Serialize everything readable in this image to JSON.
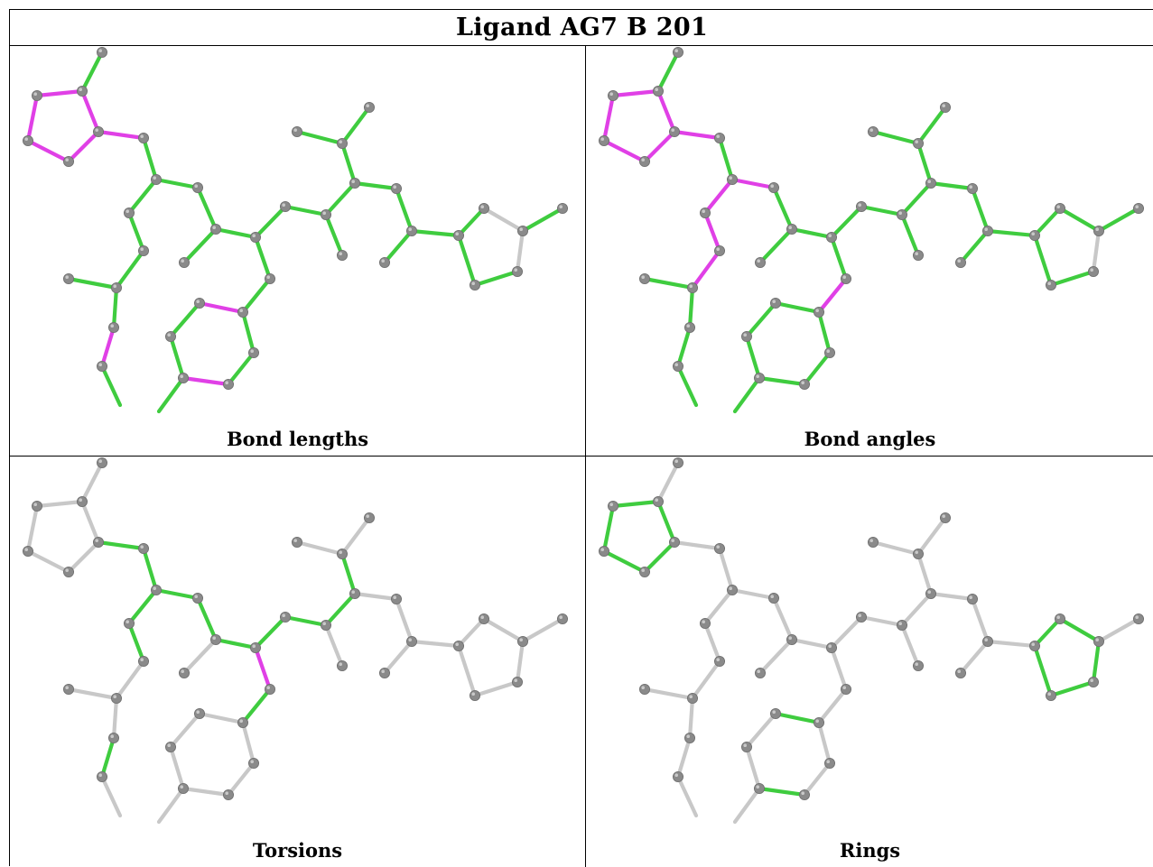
{
  "title": "Ligand AG7 B 201",
  "colors": {
    "outlier": "#e040e6",
    "ok": "#3fcc3f",
    "unassessed": "#c8c8c8",
    "atom": "#8a8a8a"
  },
  "panels": [
    {
      "caption": "Bond lengths",
      "magenta": [
        [
          1,
          2
        ],
        [
          1,
          3
        ],
        [
          2,
          4
        ],
        [
          3,
          5
        ],
        [
          4,
          5
        ],
        [
          3,
          6
        ],
        [
          12,
          13
        ],
        [
          12,
          14
        ],
        [
          25,
          26
        ],
        [
          25,
          27
        ],
        [
          17,
          18
        ],
        [
          18,
          19
        ],
        [
          19,
          20
        ],
        [
          20,
          21
        ],
        [
          21,
          22
        ],
        [
          22,
          17
        ]
      ],
      "grey": [
        [
          15,
          30
        ],
        [
          31,
          32
        ],
        [
          32,
          33
        ]
      ]
    },
    {
      "caption": "Bond angles",
      "magenta": [
        [
          1,
          2
        ],
        [
          1,
          3
        ],
        [
          2,
          4
        ],
        [
          3,
          5
        ],
        [
          4,
          5
        ],
        [
          3,
          6
        ],
        [
          7,
          8
        ],
        [
          7,
          9
        ],
        [
          7,
          10
        ],
        [
          9,
          11
        ],
        [
          11,
          12
        ],
        [
          12,
          14
        ],
        [
          16,
          17
        ]
      ],
      "grey": [
        [
          32,
          33
        ]
      ]
    },
    {
      "caption": "Torsions",
      "magenta": [
        [
          12,
          14
        ],
        [
          13,
          16
        ],
        [
          27,
          28
        ]
      ],
      "green": [
        [
          3,
          6
        ],
        [
          6,
          7
        ],
        [
          7,
          8
        ],
        [
          7,
          9
        ],
        [
          9,
          11
        ],
        [
          8,
          10
        ],
        [
          10,
          13
        ],
        [
          13,
          15
        ],
        [
          15,
          23
        ],
        [
          23,
          24
        ],
        [
          24,
          25
        ],
        [
          24,
          29
        ],
        [
          25,
          27
        ],
        [
          13,
          16
        ],
        [
          16,
          17
        ]
      ],
      "grey_default": true
    },
    {
      "caption": "Rings",
      "green": [
        [
          1,
          2
        ],
        [
          1,
          3
        ],
        [
          2,
          4
        ],
        [
          3,
          5
        ],
        [
          4,
          5
        ],
        [
          17,
          18
        ],
        [
          18,
          19
        ],
        [
          19,
          20
        ],
        [
          20,
          21
        ],
        [
          21,
          22
        ],
        [
          22,
          17
        ],
        [
          28,
          31
        ],
        [
          31,
          32
        ],
        [
          32,
          33
        ],
        [
          33,
          34
        ],
        [
          34,
          28
        ]
      ],
      "grey_default": true
    }
  ]
}
